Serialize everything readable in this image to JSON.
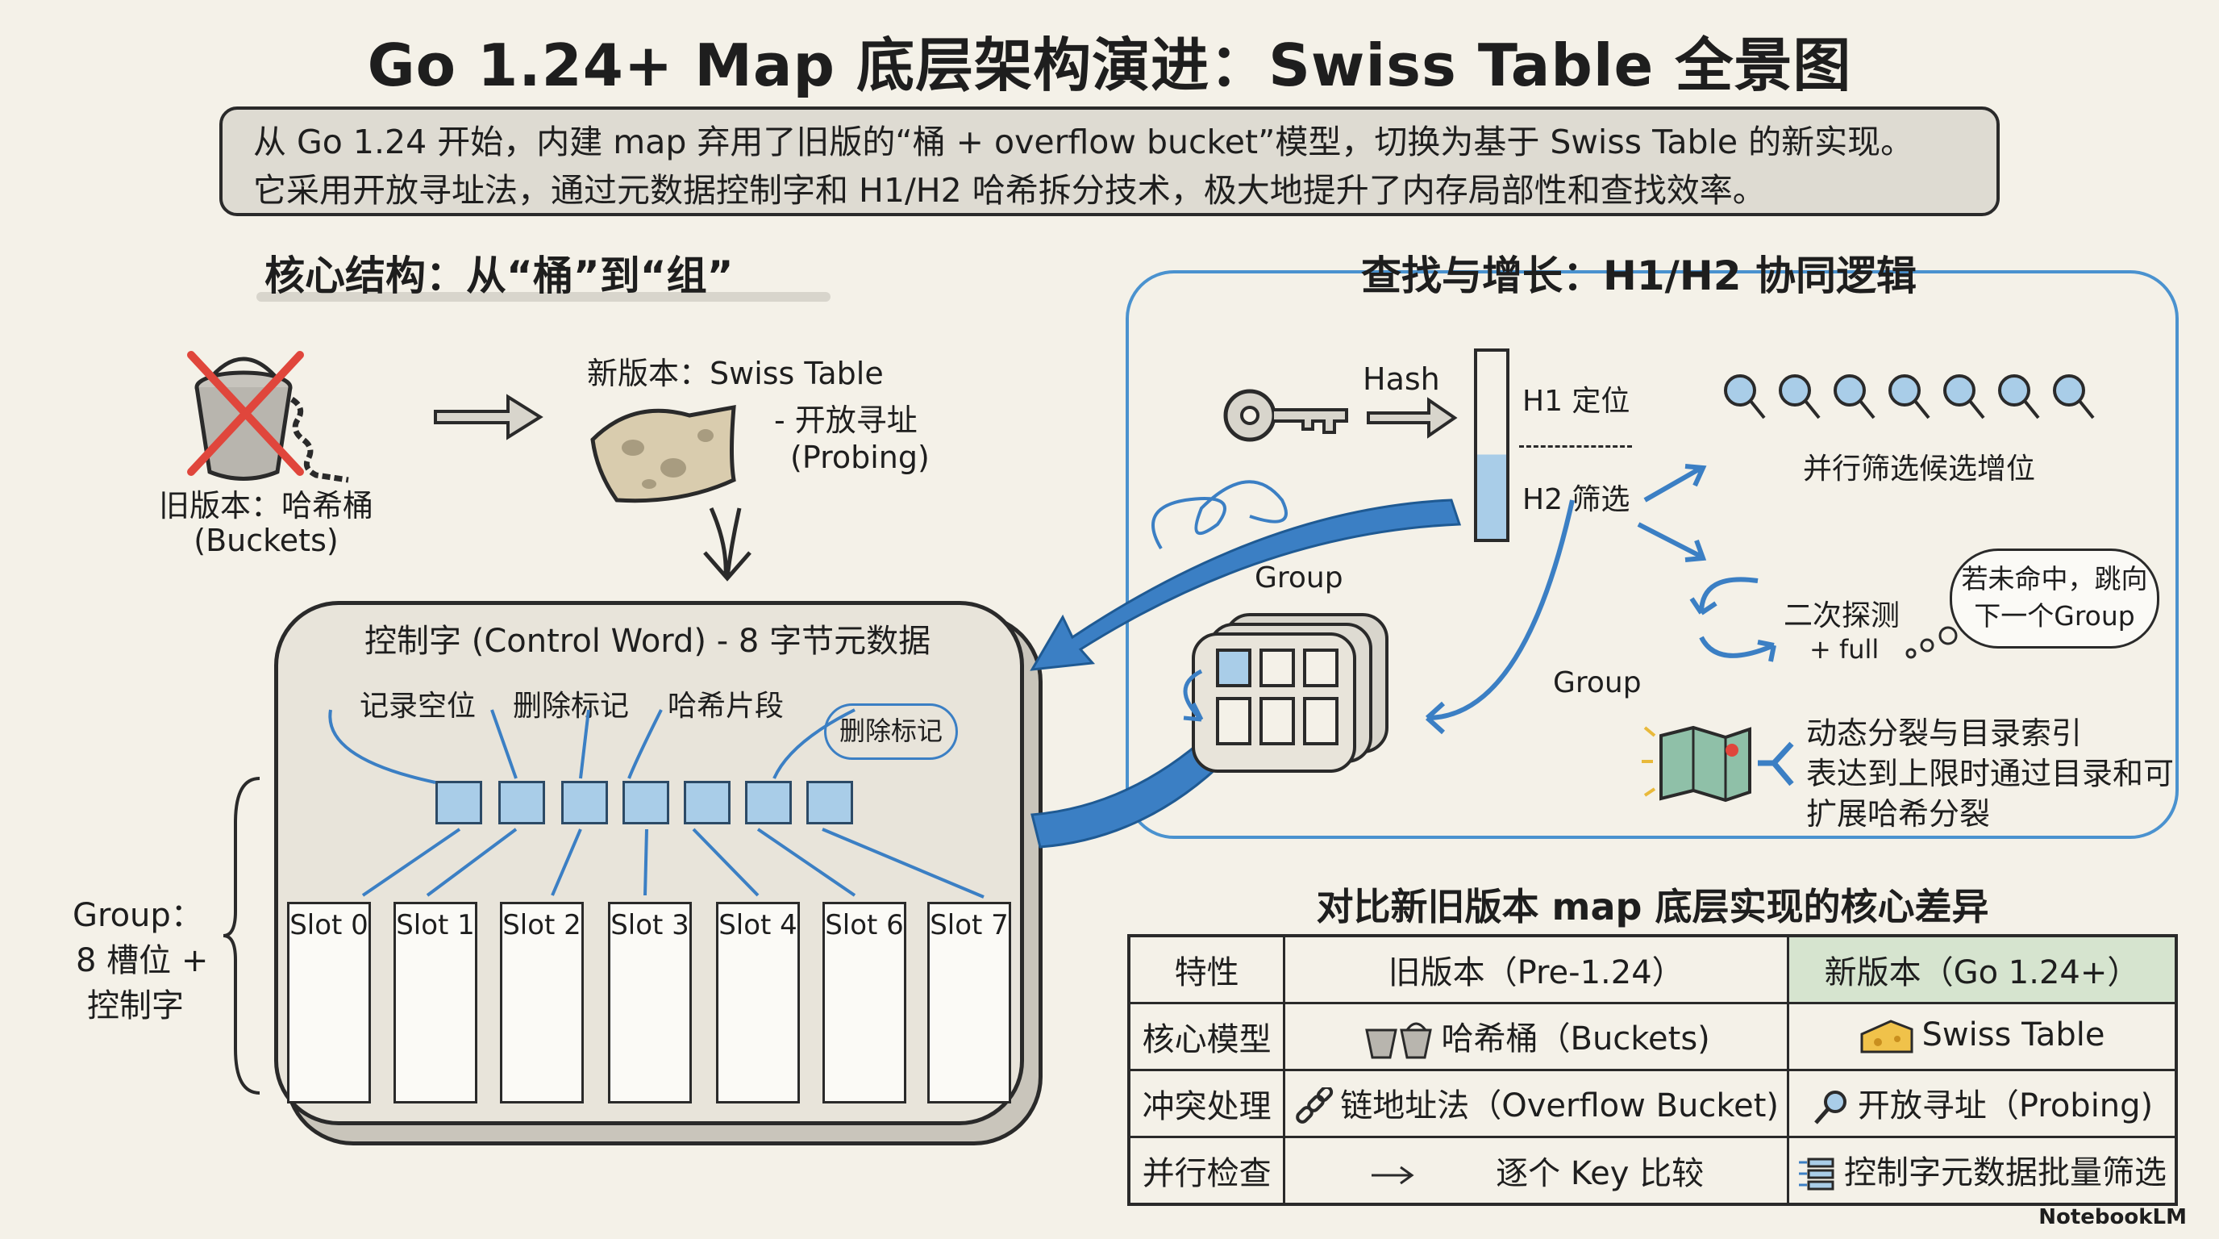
{
  "title": "Go 1.24+ Map 底层架构演进：Swiss Table 全景图",
  "intro": {
    "line1": "从 Go 1.24 开始，内建 map 弃用了旧版的“桶 + overflow bucket”模型，切换为基于 Swiss Table 的新实现。",
    "line2": "它采用开放寻址法，通过元数据控制字和 H1/H2 哈希拆分技术，极大地提升了内存局部性和查找效率。"
  },
  "core": {
    "title": "核心结构：从“桶”到“组”",
    "old_label": "旧版本：哈希桶",
    "old_sub": "(Buckets)",
    "new_label": "新版本：Swiss Table",
    "new_sub1": "- 开放寻址",
    "new_sub2": "(Probing)",
    "control_word": "控制字 (Control Word) - 8 字节元数据",
    "meta": [
      "记录空位",
      "删除标记",
      "哈希片段",
      "删除标记"
    ],
    "slots": [
      "Slot 0",
      "Slot 1",
      "Slot 2",
      "Slot 3",
      "Slot 4",
      "Slot 6",
      "Slot 7"
    ],
    "group_label_1": "Group：",
    "group_label_2": "8 槽位 +",
    "group_label_3": "控制字"
  },
  "flow": {
    "title": "查找与增长：H1/H2 协同逻辑",
    "hash": "Hash",
    "h1": "H1 定位",
    "h2": "H2 筛选",
    "parallel": "并行筛选候选增位",
    "group_top": "Group",
    "group_side": "Group",
    "probe": "二次探测",
    "full": "+ full",
    "thought_1": "若未命中，跳向",
    "thought_2": "下一个Group",
    "growth_1": "动态分裂与目录索引",
    "growth_2": "表达到上限时通过目录和可",
    "growth_3": "扩展哈希分裂"
  },
  "compare": {
    "title": "对比新旧版本 map 底层实现的核心差异",
    "headers": [
      "特性",
      "旧版本（Pre-1.24）",
      "新版本（Go 1.24+）"
    ],
    "rows": [
      [
        "核心模型",
        "哈希桶（Buckets)",
        "Swiss Table"
      ],
      [
        "冲突处理",
        "链地址法（Overflow Bucket)",
        "开放寻址（Probing)"
      ],
      [
        "并行检查",
        "逐个 Key 比较",
        "控制字元数据批量筛选"
      ]
    ]
  },
  "brand": "NotebookLM",
  "colors": {
    "accent_blue": "#3b7fc4",
    "light_blue": "#a9cde8",
    "red_cross": "#e0463c",
    "new_header_bg": "#d6e4cf"
  }
}
